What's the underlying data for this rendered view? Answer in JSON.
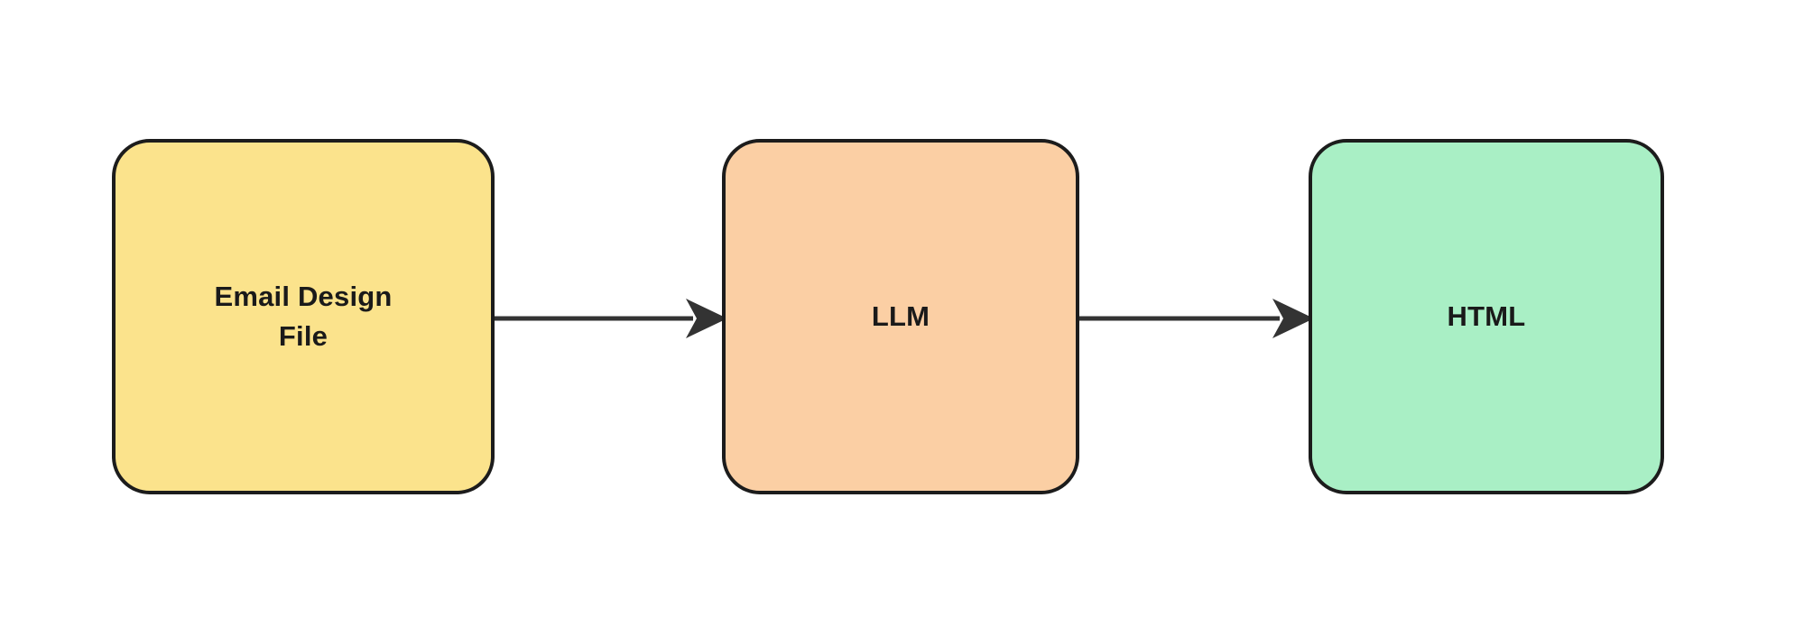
{
  "diagram": {
    "type": "flowchart",
    "orientation": "left-to-right",
    "background_color": "#ffffff",
    "stroke_color": "#1c1c1c",
    "text_color": "#1a1a1a",
    "nodes": [
      {
        "id": "email-design-file",
        "label": "Email Design\nFile",
        "fill_color": "#fbe38c",
        "shape": "rounded-rectangle"
      },
      {
        "id": "llm",
        "label": "LLM",
        "fill_color": "#fbcfa4",
        "shape": "rounded-rectangle"
      },
      {
        "id": "html",
        "label": "HTML",
        "fill_color": "#a9efc5",
        "shape": "rounded-rectangle"
      }
    ],
    "edges": [
      {
        "id": "edge-1",
        "from": "email-design-file",
        "to": "llm",
        "label": "",
        "style": "solid-arrow"
      },
      {
        "id": "edge-2",
        "from": "llm",
        "to": "html",
        "label": "",
        "style": "solid-arrow"
      }
    ]
  }
}
